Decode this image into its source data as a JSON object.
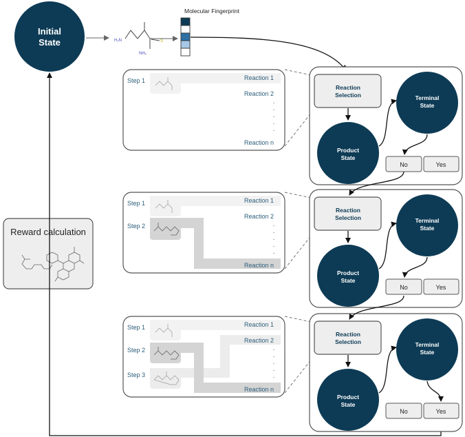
{
  "initial_state": {
    "line1": "Initial",
    "line2": "State"
  },
  "molecule": {
    "labels": {
      "amine": "H₂N",
      "thio": "S",
      "amide": "NH₂"
    }
  },
  "fingerprint": {
    "label": "Molecular Fingerprint",
    "cell_colors": [
      "#0d3b55",
      "#ffffff",
      "#2f6fa4",
      "#a6c8e6",
      "#ffffff"
    ]
  },
  "reward": {
    "label": "Reward calculation"
  },
  "rows": [
    {
      "steps": [
        "Step 1"
      ],
      "reactions": [
        "Reaction 1",
        "Reaction 2",
        "Reaction n"
      ],
      "decision": {
        "selection_l1": "Reaction",
        "selection_l2": "Selection",
        "product_l1": "Product",
        "product_l2": "State",
        "terminal_l1": "Terminal",
        "terminal_l2": "State",
        "no": "No",
        "yes": "Yes"
      }
    },
    {
      "steps": [
        "Step 1",
        "Step 2"
      ],
      "reactions": [
        "Reaction 1",
        "Reaction 2",
        "Reaction n"
      ],
      "decision": {
        "selection_l1": "Reaction",
        "selection_l2": "Selection",
        "product_l1": "Product",
        "product_l2": "State",
        "terminal_l1": "Terminal",
        "terminal_l2": "State",
        "no": "No",
        "yes": "Yes"
      }
    },
    {
      "steps": [
        "Step 1",
        "Step 2",
        "Step 3"
      ],
      "reactions": [
        "Reaction 1",
        "Reaction 2",
        "Reaction n"
      ],
      "decision": {
        "selection_l1": "Reaction",
        "selection_l2": "Selection",
        "product_l1": "Product",
        "product_l2": "State",
        "terminal_l1": "Terminal",
        "terminal_l2": "State",
        "no": "No",
        "yes": "Yes"
      }
    }
  ],
  "dots": "·"
}
